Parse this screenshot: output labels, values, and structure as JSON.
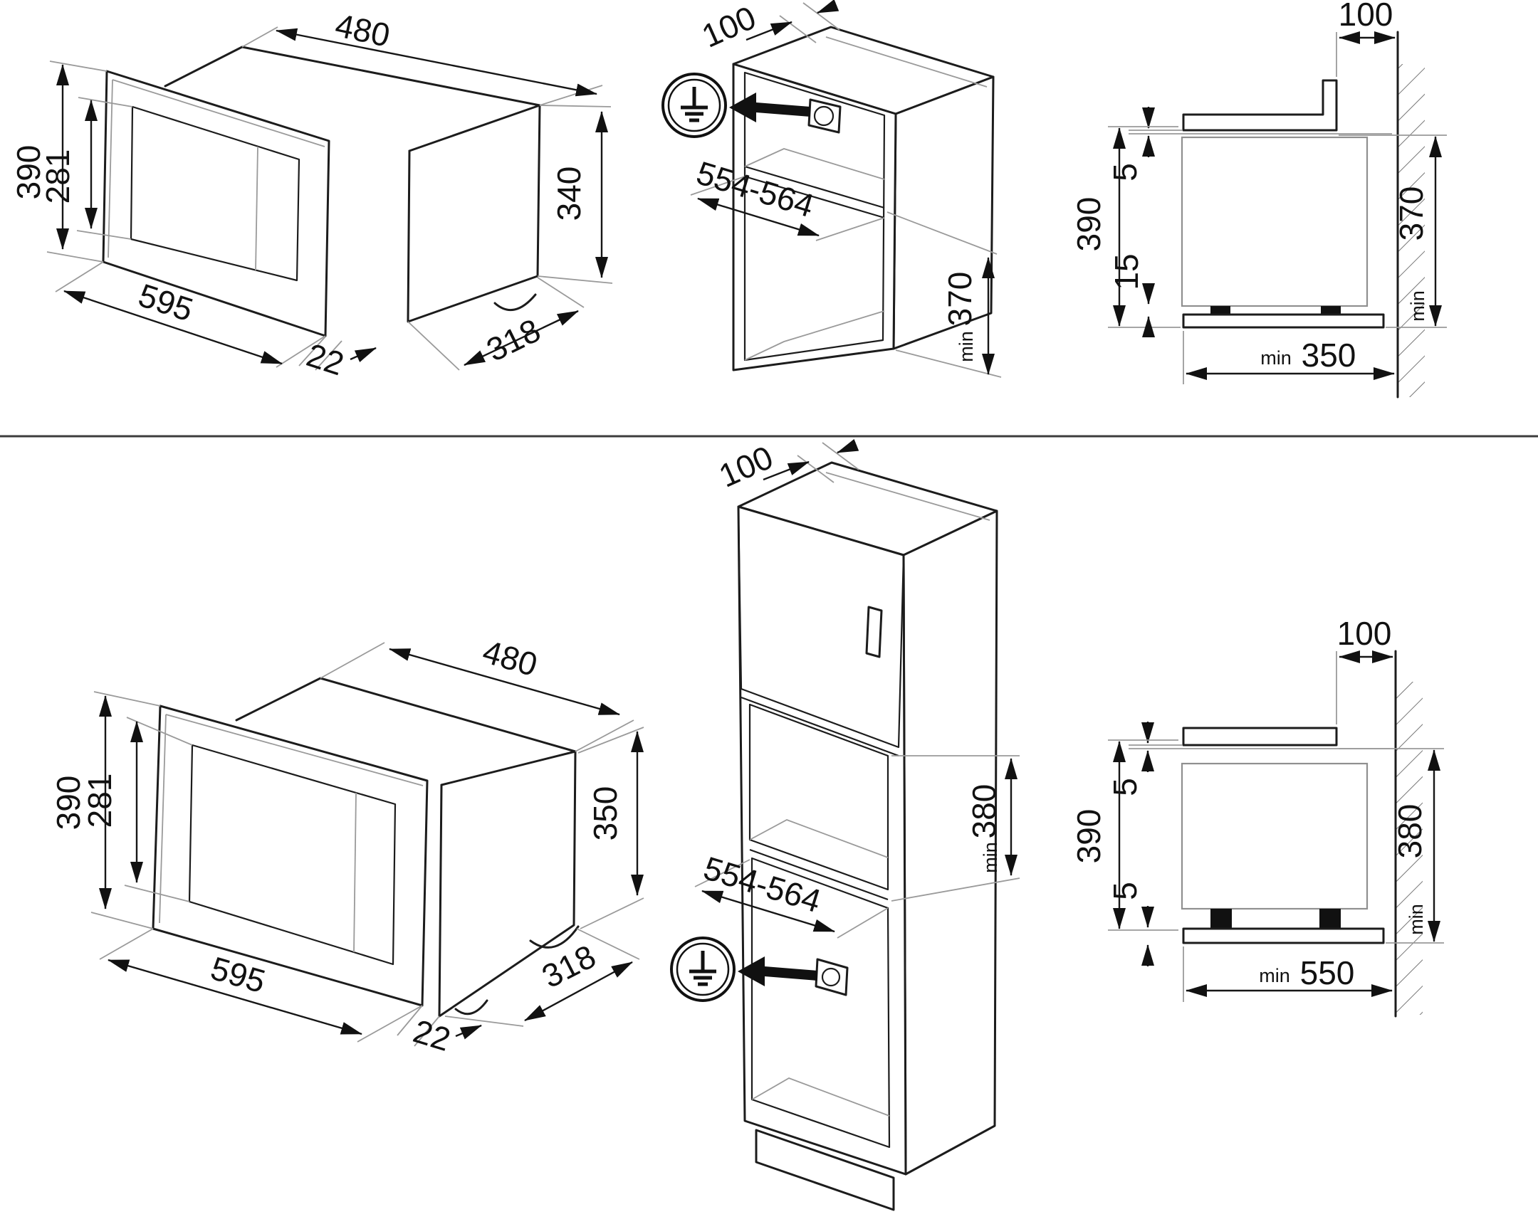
{
  "diagram_title": "built-in microwave installation dimensions",
  "units": "mm",
  "top_left_view": {
    "width_top": "480",
    "height_outer": "390",
    "height_inner": "281",
    "height_right": "340",
    "width_bottom": "595",
    "frame_depth": "22",
    "body_depth": "318"
  },
  "top_middle_view": {
    "top_clearance": "100",
    "niche_width": "554-564",
    "min_word": "min",
    "niche_height": "370"
  },
  "top_right_view": {
    "top_clearance": "100",
    "gap_top": "5",
    "height_outer": "390",
    "gap_bottom": "15",
    "min_word_right": "min",
    "height_right": "370",
    "min_word_bottom": "min",
    "depth_bottom": "350"
  },
  "bottom_left_view": {
    "width_top": "480",
    "height_outer": "390",
    "height_inner": "281",
    "height_right": "350",
    "width_bottom": "595",
    "frame_depth": "22",
    "body_depth": "318"
  },
  "bottom_middle_view": {
    "top_clearance": "100",
    "niche_width": "554-564",
    "min_word": "min",
    "niche_height": "380"
  },
  "bottom_right_view": {
    "top_clearance": "100",
    "gap_top": "5",
    "height_outer": "390",
    "gap_bottom": "5",
    "min_word_right": "min",
    "height_right": "380",
    "min_word_bottom": "min",
    "depth_bottom": "550"
  }
}
